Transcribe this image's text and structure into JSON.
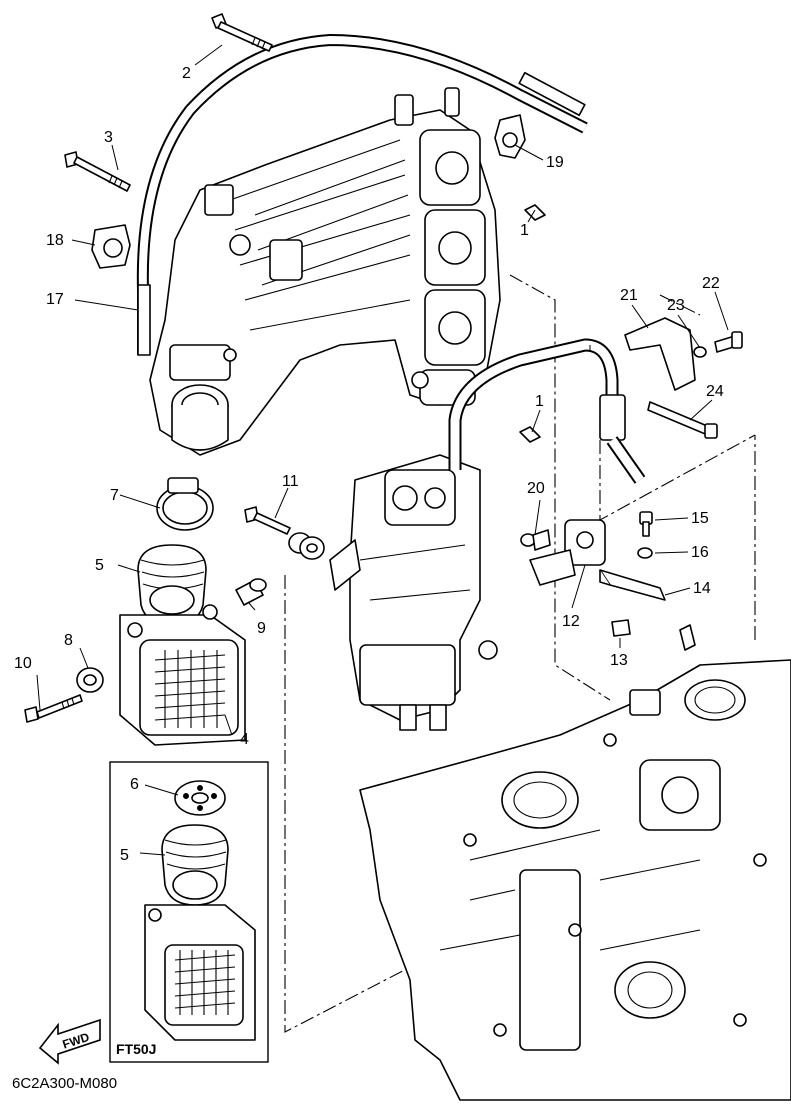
{
  "diagram": {
    "reference_code": "6C2A300-M080",
    "variant_label": "FT50J",
    "direction_badge": "FWD",
    "callouts": [
      "1",
      "1",
      "2",
      "3",
      "4",
      "5",
      "5",
      "6",
      "7",
      "8",
      "9",
      "10",
      "11",
      "12",
      "13",
      "14",
      "15",
      "16",
      "17",
      "18",
      "19",
      "20",
      "21",
      "22",
      "23",
      "24"
    ]
  }
}
